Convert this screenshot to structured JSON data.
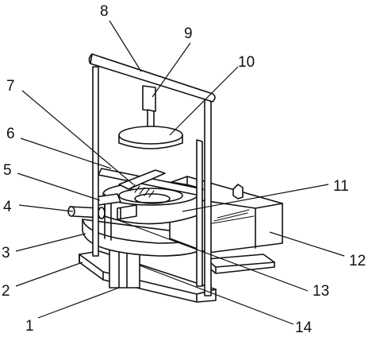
{
  "callouts": [
    {
      "id": "c1",
      "text": "1"
    },
    {
      "id": "c2",
      "text": "2"
    },
    {
      "id": "c3",
      "text": "3"
    },
    {
      "id": "c4",
      "text": "4"
    },
    {
      "id": "c5",
      "text": "5"
    },
    {
      "id": "c6",
      "text": "6"
    },
    {
      "id": "c7",
      "text": "7"
    },
    {
      "id": "c8",
      "text": "8"
    },
    {
      "id": "c9",
      "text": "9"
    },
    {
      "id": "c10",
      "text": "10"
    },
    {
      "id": "c11",
      "text": "11"
    },
    {
      "id": "c12",
      "text": "12"
    },
    {
      "id": "c13",
      "text": "13"
    },
    {
      "id": "c14",
      "text": "14"
    }
  ]
}
